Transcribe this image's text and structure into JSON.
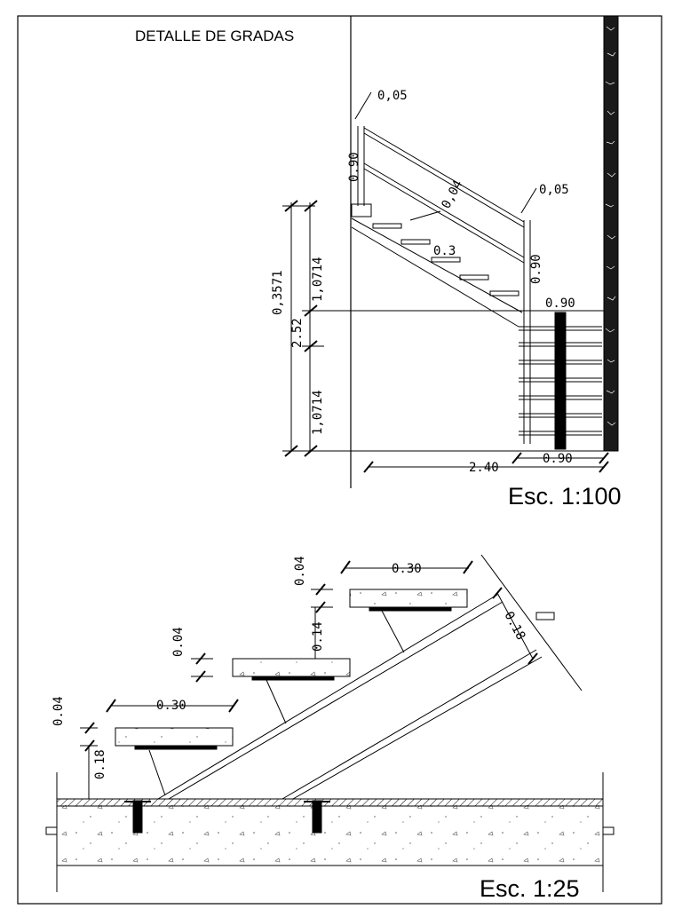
{
  "title": "DETALLE DE GRADAS",
  "scales": {
    "top": "Esc. 1:100",
    "bottom": "Esc. 1:25"
  },
  "upper_dims": {
    "handrail_top_left": "0,05",
    "handrail_top_right": "0,05",
    "rail_height_left": "0.90",
    "rail_height_right": "0.90",
    "baluster_thk": "0,04",
    "tread_depth": "0.3",
    "landing_width": "0.90",
    "flight_height_upper": "1,0714",
    "flight_height_lower": "1,0714",
    "riser": "0,3571",
    "total_height": "2.52",
    "base_length": "2.40",
    "base_landing": "0.90"
  },
  "lower_dims": {
    "tread_thk_a": "0.04",
    "tread_thk_b": "0.04",
    "tread_thk_c": "0.04",
    "tread_width_a": "0.30",
    "tread_width_b": "0.30",
    "riser_a": "0.18",
    "riser_b": "0.14",
    "stringer": "0.18"
  },
  "colors": {
    "line": "#000000",
    "masonry": "#1a1a1a",
    "background": "#ffffff"
  }
}
